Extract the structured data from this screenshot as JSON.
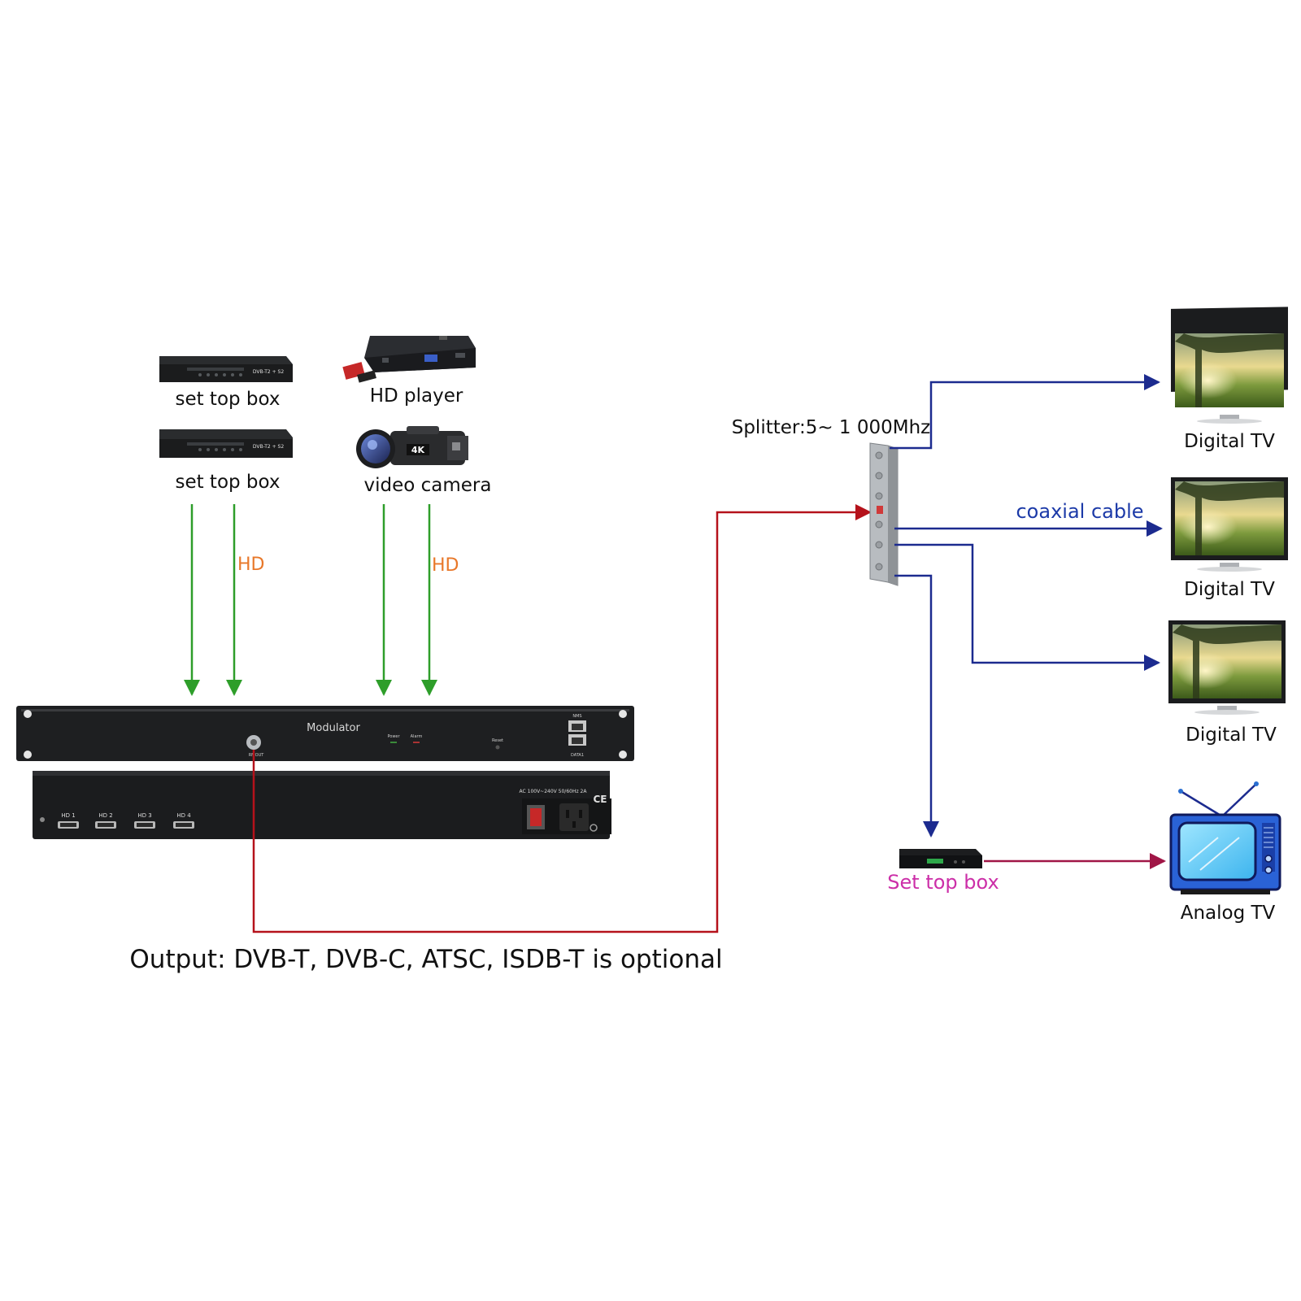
{
  "colors": {
    "input": "#2e9e2a",
    "hd_text": "#e8782a",
    "rf_out": "#b5121b",
    "coax": "#1c2b8f",
    "coax_text": "#1c3aa8",
    "stb_text": "#cc2fa8",
    "analog_line": "#a01646"
  },
  "sources": {
    "stb1_label": "set top box",
    "stb1_brand": "DVB-T2 + S2",
    "stb2_label": "set top box",
    "stb2_brand": "DVB-T2 + S2",
    "hd_player_label": "HD player",
    "camera_label": "video camera",
    "camera_badge": "4K",
    "hd_left": "HD",
    "hd_right": "HD"
  },
  "modulator": {
    "title": "Modulator",
    "power": "Power",
    "alarm": "Alarm",
    "reset": "Reset",
    "nms": "NMS",
    "data1": "DATA1",
    "rf_out": "RF OUT",
    "power_spec": "AC 100V~240V 50/60Hz 2A",
    "ce": "CE",
    "hdmi_ports": [
      "HD 1",
      "HD 2",
      "HD 3",
      "HD 4"
    ]
  },
  "output_caption": "Output: DVB-T, DVB-C, ATSC, ISDB-T is optional",
  "splitter_label": "Splitter:5~ 1 000Mhz",
  "coax_label": "coaxial cable",
  "set_top_box_label": "Set top box",
  "tvs": [
    {
      "label": "Digital TV"
    },
    {
      "label": "Digital TV"
    },
    {
      "label": "Digital TV"
    }
  ],
  "analog_tv_label": "Analog TV"
}
